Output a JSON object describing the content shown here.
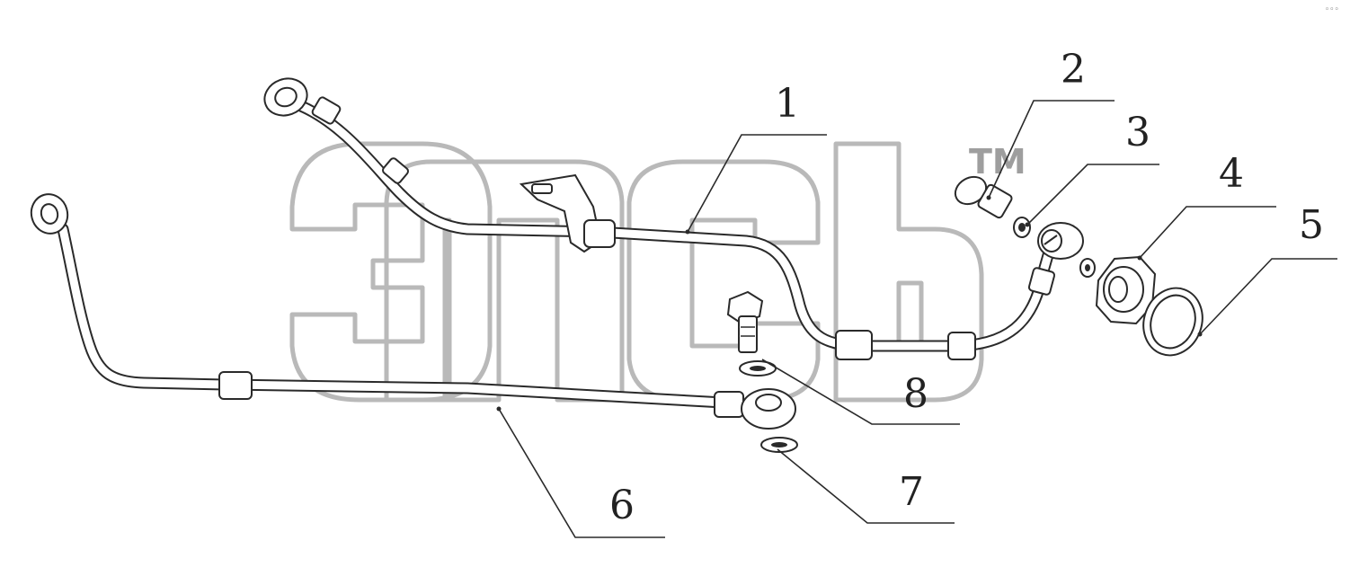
{
  "diagram": {
    "watermark": {
      "trademark": "ТМ"
    },
    "corner_mark": "◦◦◦",
    "callouts": [
      {
        "id": "1",
        "label": "1"
      },
      {
        "id": "2",
        "label": "2"
      },
      {
        "id": "3",
        "label": "3"
      },
      {
        "id": "4",
        "label": "4"
      },
      {
        "id": "5",
        "label": "5"
      },
      {
        "id": "6",
        "label": "6"
      },
      {
        "id": "7",
        "label": "7"
      },
      {
        "id": "8",
        "label": "8"
      }
    ],
    "colors": {
      "ink": "#2a2a2a",
      "watermark": "#b9b9b9",
      "background": "#ffffff"
    }
  }
}
